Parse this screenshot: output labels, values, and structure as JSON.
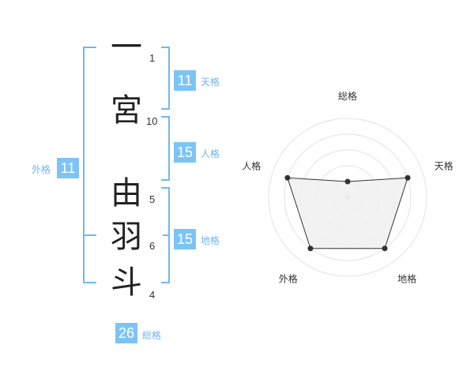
{
  "name": {
    "chars": [
      {
        "char": "一",
        "strokes": "1"
      },
      {
        "char": "宮",
        "strokes": "10"
      },
      {
        "char": "由",
        "strokes": "5"
      },
      {
        "char": "羽",
        "strokes": "6"
      },
      {
        "char": "斗",
        "strokes": "4"
      }
    ]
  },
  "kakusu": {
    "tenkaku": {
      "value": "11",
      "label": "天格"
    },
    "jinkaku": {
      "value": "15",
      "label": "人格"
    },
    "chikaku": {
      "value": "15",
      "label": "地格"
    },
    "gaikaku": {
      "value": "11",
      "label": "外格"
    },
    "soukaku": {
      "value": "26",
      "label": "総格"
    }
  },
  "chart_data": {
    "type": "radar",
    "axes": [
      "総格",
      "天格",
      "地格",
      "外格",
      "人格"
    ],
    "values": [
      1,
      4,
      4,
      4,
      4
    ],
    "range": [
      0,
      5
    ],
    "rings": 5
  },
  "colors": {
    "accent": "#7cc4f6",
    "bracket": "#6fb9f0",
    "text": "#222222",
    "radar_fill": "#f0f0f0",
    "radar_line": "#333333"
  }
}
